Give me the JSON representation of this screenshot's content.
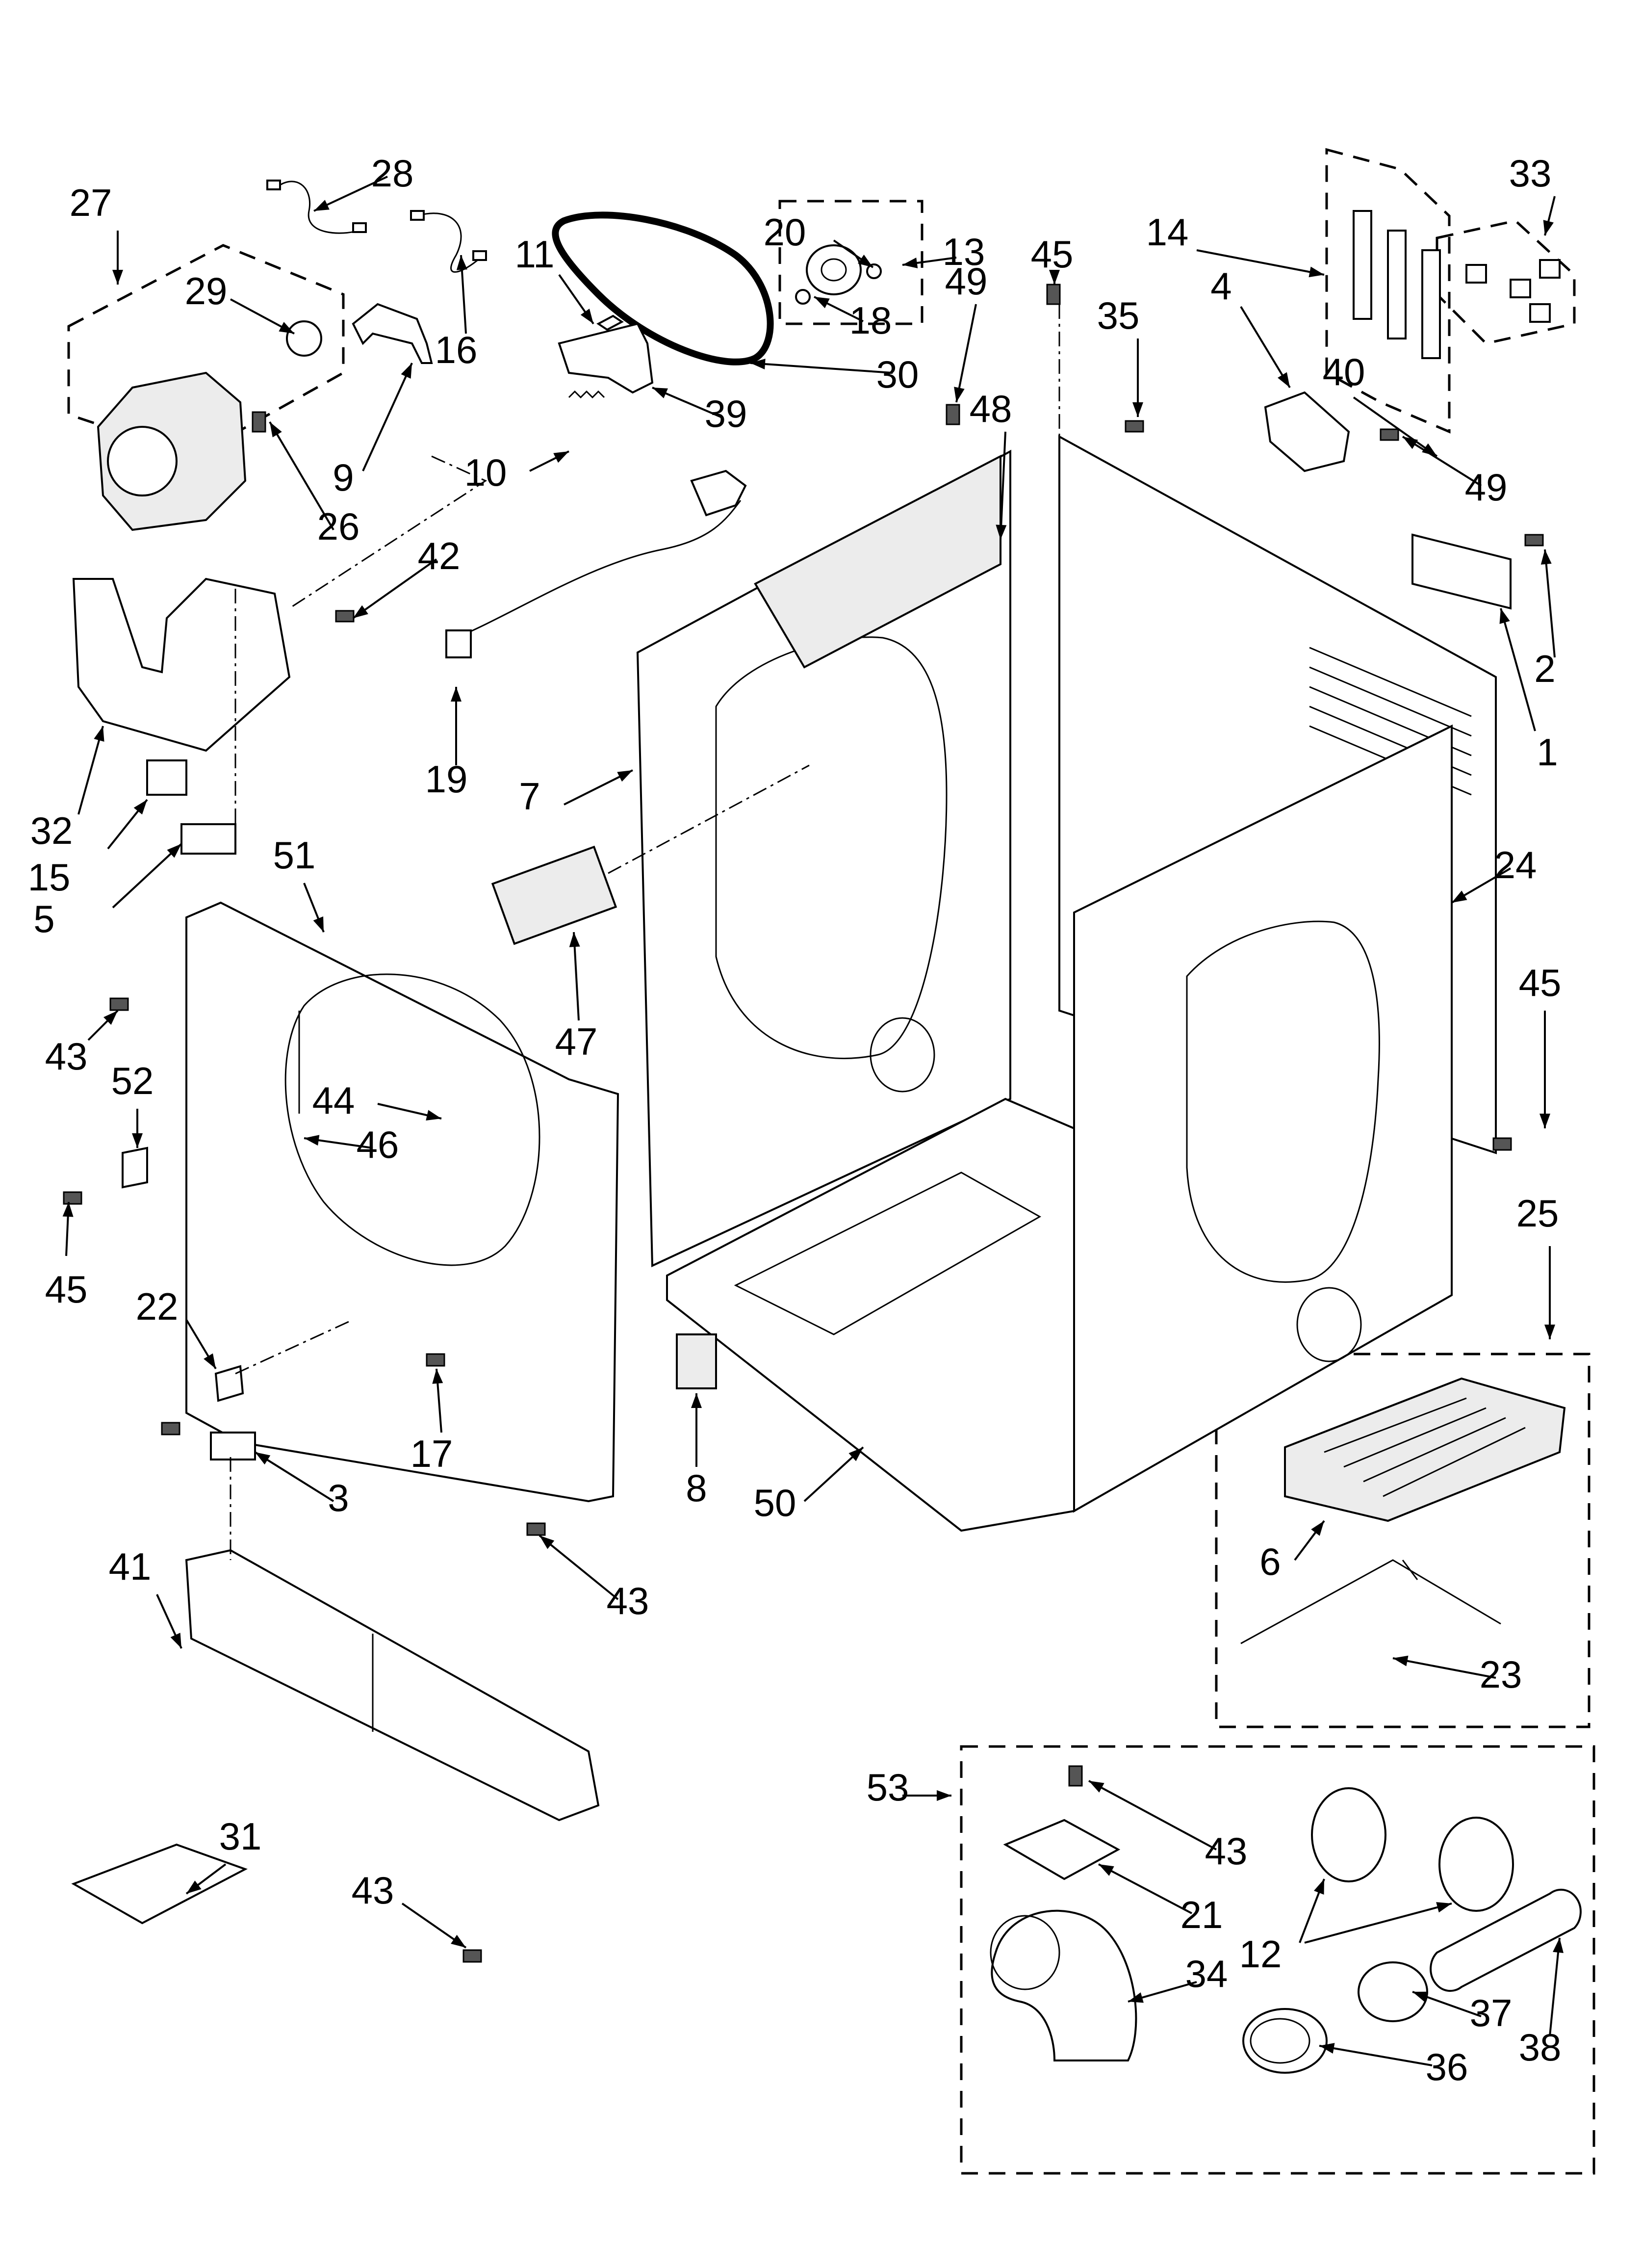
{
  "diagram": {
    "callouts": [
      {
        "id": "c28",
        "label": "28"
      },
      {
        "id": "c27",
        "label": "27"
      },
      {
        "id": "c29",
        "label": "29"
      },
      {
        "id": "c16",
        "label": "16"
      },
      {
        "id": "c11",
        "label": "11"
      },
      {
        "id": "c20",
        "label": "20"
      },
      {
        "id": "c13",
        "label": "13"
      },
      {
        "id": "c18",
        "label": "18"
      },
      {
        "id": "c30",
        "label": "30"
      },
      {
        "id": "c45a",
        "label": "45"
      },
      {
        "id": "c35",
        "label": "35"
      },
      {
        "id": "c14",
        "label": "14"
      },
      {
        "id": "c4",
        "label": "4"
      },
      {
        "id": "c33",
        "label": "33"
      },
      {
        "id": "c9",
        "label": "9"
      },
      {
        "id": "c39",
        "label": "39"
      },
      {
        "id": "c10",
        "label": "10"
      },
      {
        "id": "c49a",
        "label": "49"
      },
      {
        "id": "c48",
        "label": "48"
      },
      {
        "id": "c49b",
        "label": "49"
      },
      {
        "id": "c40",
        "label": "40"
      },
      {
        "id": "c26",
        "label": "26"
      },
      {
        "id": "c42",
        "label": "42"
      },
      {
        "id": "c2",
        "label": "2"
      },
      {
        "id": "c1",
        "label": "1"
      },
      {
        "id": "c19",
        "label": "19"
      },
      {
        "id": "c7",
        "label": "7"
      },
      {
        "id": "c32",
        "label": "32"
      },
      {
        "id": "c15",
        "label": "15"
      },
      {
        "id": "c5",
        "label": "5"
      },
      {
        "id": "c51",
        "label": "51"
      },
      {
        "id": "c24",
        "label": "24"
      },
      {
        "id": "c47",
        "label": "47"
      },
      {
        "id": "c43a",
        "label": "43"
      },
      {
        "id": "c52",
        "label": "52"
      },
      {
        "id": "c45b",
        "label": "45"
      },
      {
        "id": "c44",
        "label": "44"
      },
      {
        "id": "c46",
        "label": "46"
      },
      {
        "id": "c45c",
        "label": "45"
      },
      {
        "id": "c25",
        "label": "25"
      },
      {
        "id": "c22",
        "label": "22"
      },
      {
        "id": "c17",
        "label": "17"
      },
      {
        "id": "c8",
        "label": "8"
      },
      {
        "id": "c50",
        "label": "50"
      },
      {
        "id": "c3",
        "label": "3"
      },
      {
        "id": "c6",
        "label": "6"
      },
      {
        "id": "c41",
        "label": "41"
      },
      {
        "id": "c43b",
        "label": "43"
      },
      {
        "id": "c23",
        "label": "23"
      },
      {
        "id": "c53",
        "label": "53"
      },
      {
        "id": "c43c",
        "label": "43"
      },
      {
        "id": "c31",
        "label": "31"
      },
      {
        "id": "c21",
        "label": "21"
      },
      {
        "id": "c43d",
        "label": "43"
      },
      {
        "id": "c12",
        "label": "12"
      },
      {
        "id": "c34",
        "label": "34"
      },
      {
        "id": "c37",
        "label": "37"
      },
      {
        "id": "c38",
        "label": "38"
      },
      {
        "id": "c36",
        "label": "36"
      }
    ]
  }
}
